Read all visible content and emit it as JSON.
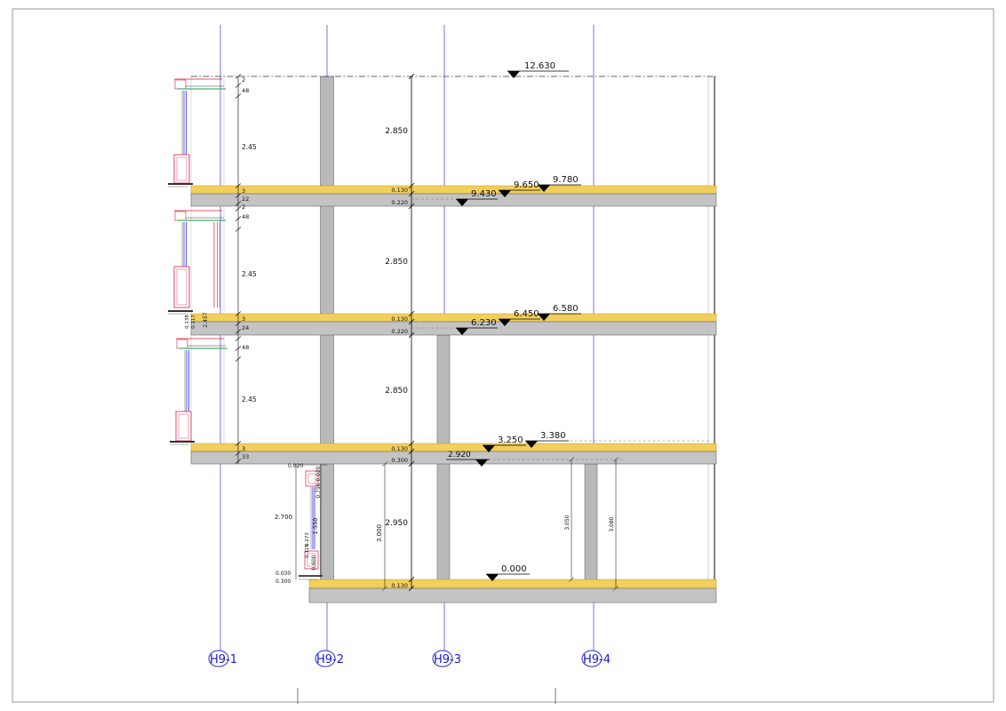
{
  "grid_bubbles": [
    "H9-1",
    "H9-2",
    "H9-3",
    "H9-4"
  ],
  "elevations": [
    "12.630",
    "9.780",
    "9.650",
    "9.430",
    "6.580",
    "6.450",
    "6.230",
    "3.380",
    "3.250",
    "2.920",
    "0.000"
  ],
  "story_heights": [
    "2.850",
    "2.850",
    "2.850",
    "2.950"
  ],
  "slab_dims": [
    "0.130",
    "0.220",
    "0.130",
    "0.220",
    "0.130",
    "0.300",
    "0.130"
  ],
  "left_chain": [
    "2",
    "48",
    "2.45",
    "3",
    "22",
    "2",
    "48",
    "2.45",
    "3",
    "24",
    "48",
    "2.45",
    "3",
    "33"
  ],
  "window_dims": [
    "0.138",
    "0.117",
    "2.457"
  ],
  "detail_dims": [
    "0.020",
    "0.020",
    "0.750",
    "1.550",
    "0.273",
    "0.115",
    "0.600",
    "0.030",
    "0.300",
    "2.700",
    "3.000"
  ],
  "right_dims": [
    "3.050",
    "3.080"
  ],
  "colors": {
    "grid_blue": "#2a2ac8",
    "label_blue": "#1a1acd",
    "slab_gray": "#c4c4c4",
    "insulation_yellow": "#f2cf5b",
    "frame_red": "#cc2244",
    "frame_green": "#229944",
    "glazing_blue": "#4444ee"
  }
}
